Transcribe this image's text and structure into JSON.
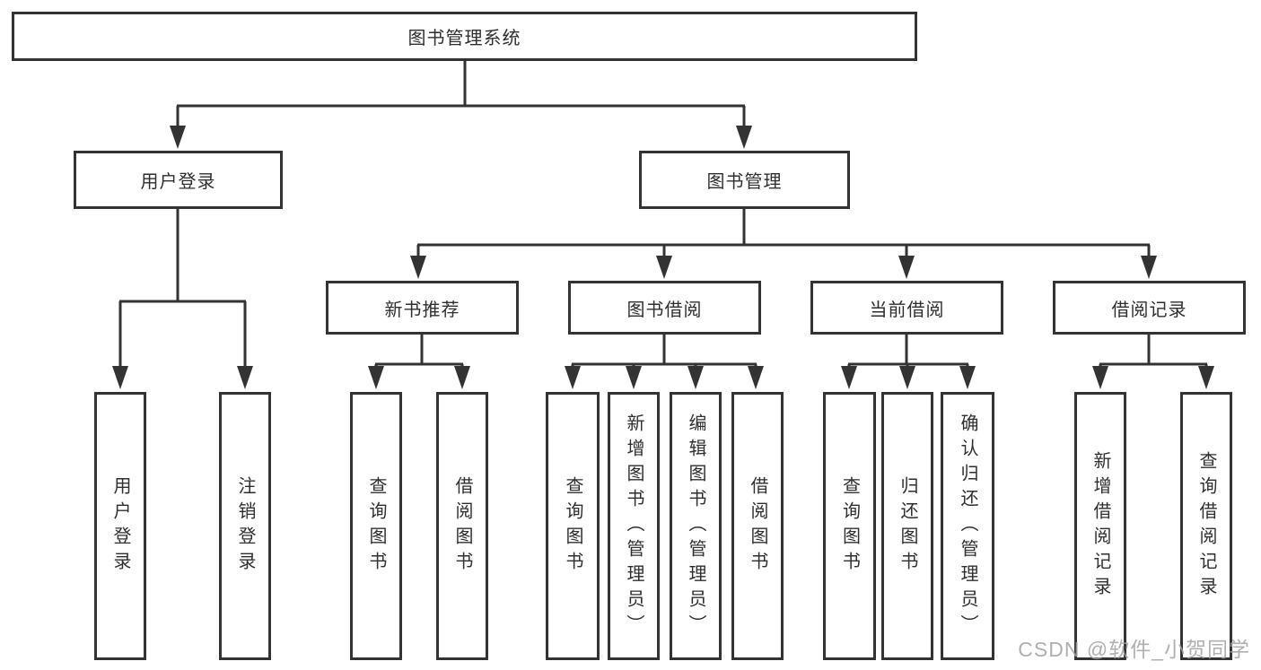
{
  "diagram_title": "图书管理系统",
  "nodes": {
    "root": "图书管理系统",
    "level2": [
      "用户登录",
      "图书管理"
    ],
    "level3": [
      "新书推荐",
      "图书借阅",
      "当前借阅",
      "借阅记录"
    ],
    "leaves": [
      "用户登录",
      "注销登录",
      "查询图书",
      "借阅图书",
      "查询图书",
      "新增图书（管理员）",
      "编辑图书（管理员）",
      "借阅图书",
      "查询图书",
      "归还图书",
      "确认归还（管理员）",
      "新增借阅记录",
      "查询借阅记录"
    ]
  },
  "structure": [
    {
      "parent": "图书管理系统",
      "children": [
        "用户登录",
        "图书管理"
      ]
    },
    {
      "parent": "用户登录",
      "children": [
        "用户登录",
        "注销登录"
      ]
    },
    {
      "parent": "图书管理",
      "children": [
        "新书推荐",
        "图书借阅",
        "当前借阅",
        "借阅记录"
      ]
    },
    {
      "parent": "新书推荐",
      "children": [
        "查询图书",
        "借阅图书"
      ]
    },
    {
      "parent": "图书借阅",
      "children": [
        "查询图书",
        "新增图书（管理员）",
        "编辑图书（管理员）",
        "借阅图书"
      ]
    },
    {
      "parent": "当前借阅",
      "children": [
        "查询图书",
        "归还图书",
        "确认归还（管理员）"
      ]
    },
    {
      "parent": "借阅记录",
      "children": [
        "新增借阅记录",
        "查询借阅记录"
      ]
    }
  ],
  "watermark": "CSDN @软件_小贺同学",
  "colors": {
    "line": "#333333",
    "text": "#2f2f2f",
    "box_background": "#ffffff",
    "page_background": "#ffffff",
    "watermark": "#a2a2a2"
  }
}
